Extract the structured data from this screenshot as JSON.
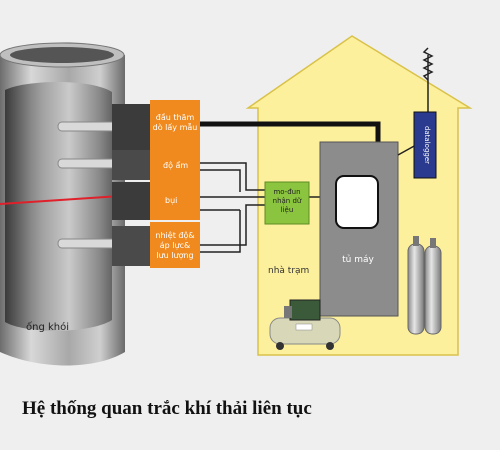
{
  "labels": {
    "probe_sampling": [
      "đầu thăm",
      "dò lấy mẫu"
    ],
    "humidity": "độ ẩm",
    "dust": "bụi",
    "temp_pressure_flow": [
      "nhiệt độ&",
      "áp lực&",
      "lưu lượng"
    ],
    "data_module": [
      "mo-đun",
      "nhận dữ",
      "liệu"
    ],
    "station": "nhà trạm",
    "cabinet": "tủ máy",
    "datalogger": "datalogger",
    "chimney": "ống khói"
  },
  "caption": "Hệ thống quan trắc khí thải liên tục",
  "colors": {
    "house_fill": "#fdf09c",
    "house_stroke": "#d9c24a",
    "sensor_orange": "#f08a1e",
    "module_green": "#8bc53f",
    "cabinet_gray": "#8c8c8c",
    "datalogger_blue": "#2a3b8f",
    "laser_red": "#e0202a"
  }
}
